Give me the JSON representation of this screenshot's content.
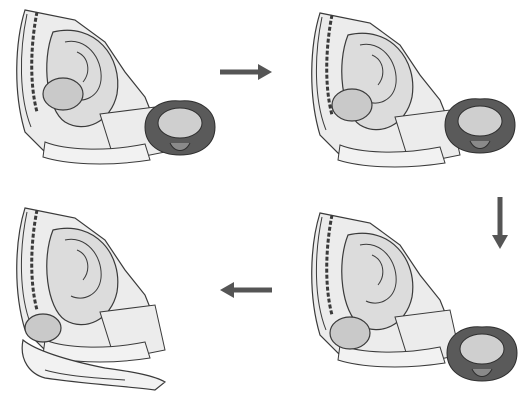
{
  "diagram": {
    "panels": [
      {
        "id": "stage-1",
        "view": "sagittal-pelvis",
        "inset": "pelvic-inlet-view",
        "fetal_position": "head-at-inlet"
      },
      {
        "id": "stage-2",
        "view": "sagittal-pelvis",
        "inset": "pelvic-inlet-view",
        "fetal_position": "head-descending"
      },
      {
        "id": "stage-3",
        "view": "sagittal-pelvis",
        "inset": "pelvic-inlet-view",
        "fetal_position": "head-at-outlet"
      },
      {
        "id": "stage-4",
        "view": "sagittal-pelvis",
        "inset": "none",
        "fetal_position": "head-delivered-hand-support"
      }
    ],
    "arrows": [
      {
        "from": "stage-1",
        "to": "stage-2",
        "direction": "right"
      },
      {
        "from": "stage-2",
        "to": "stage-3",
        "direction": "down"
      },
      {
        "from": "stage-3",
        "to": "stage-4",
        "direction": "left"
      }
    ],
    "colors": {
      "ink": "#3a3a3a",
      "tissue": "#dcdcdc",
      "uterus": "#ececec",
      "fetus": "#c9c9c9",
      "dark_fill": "#5a5a5a",
      "arrow": "#555555"
    }
  }
}
